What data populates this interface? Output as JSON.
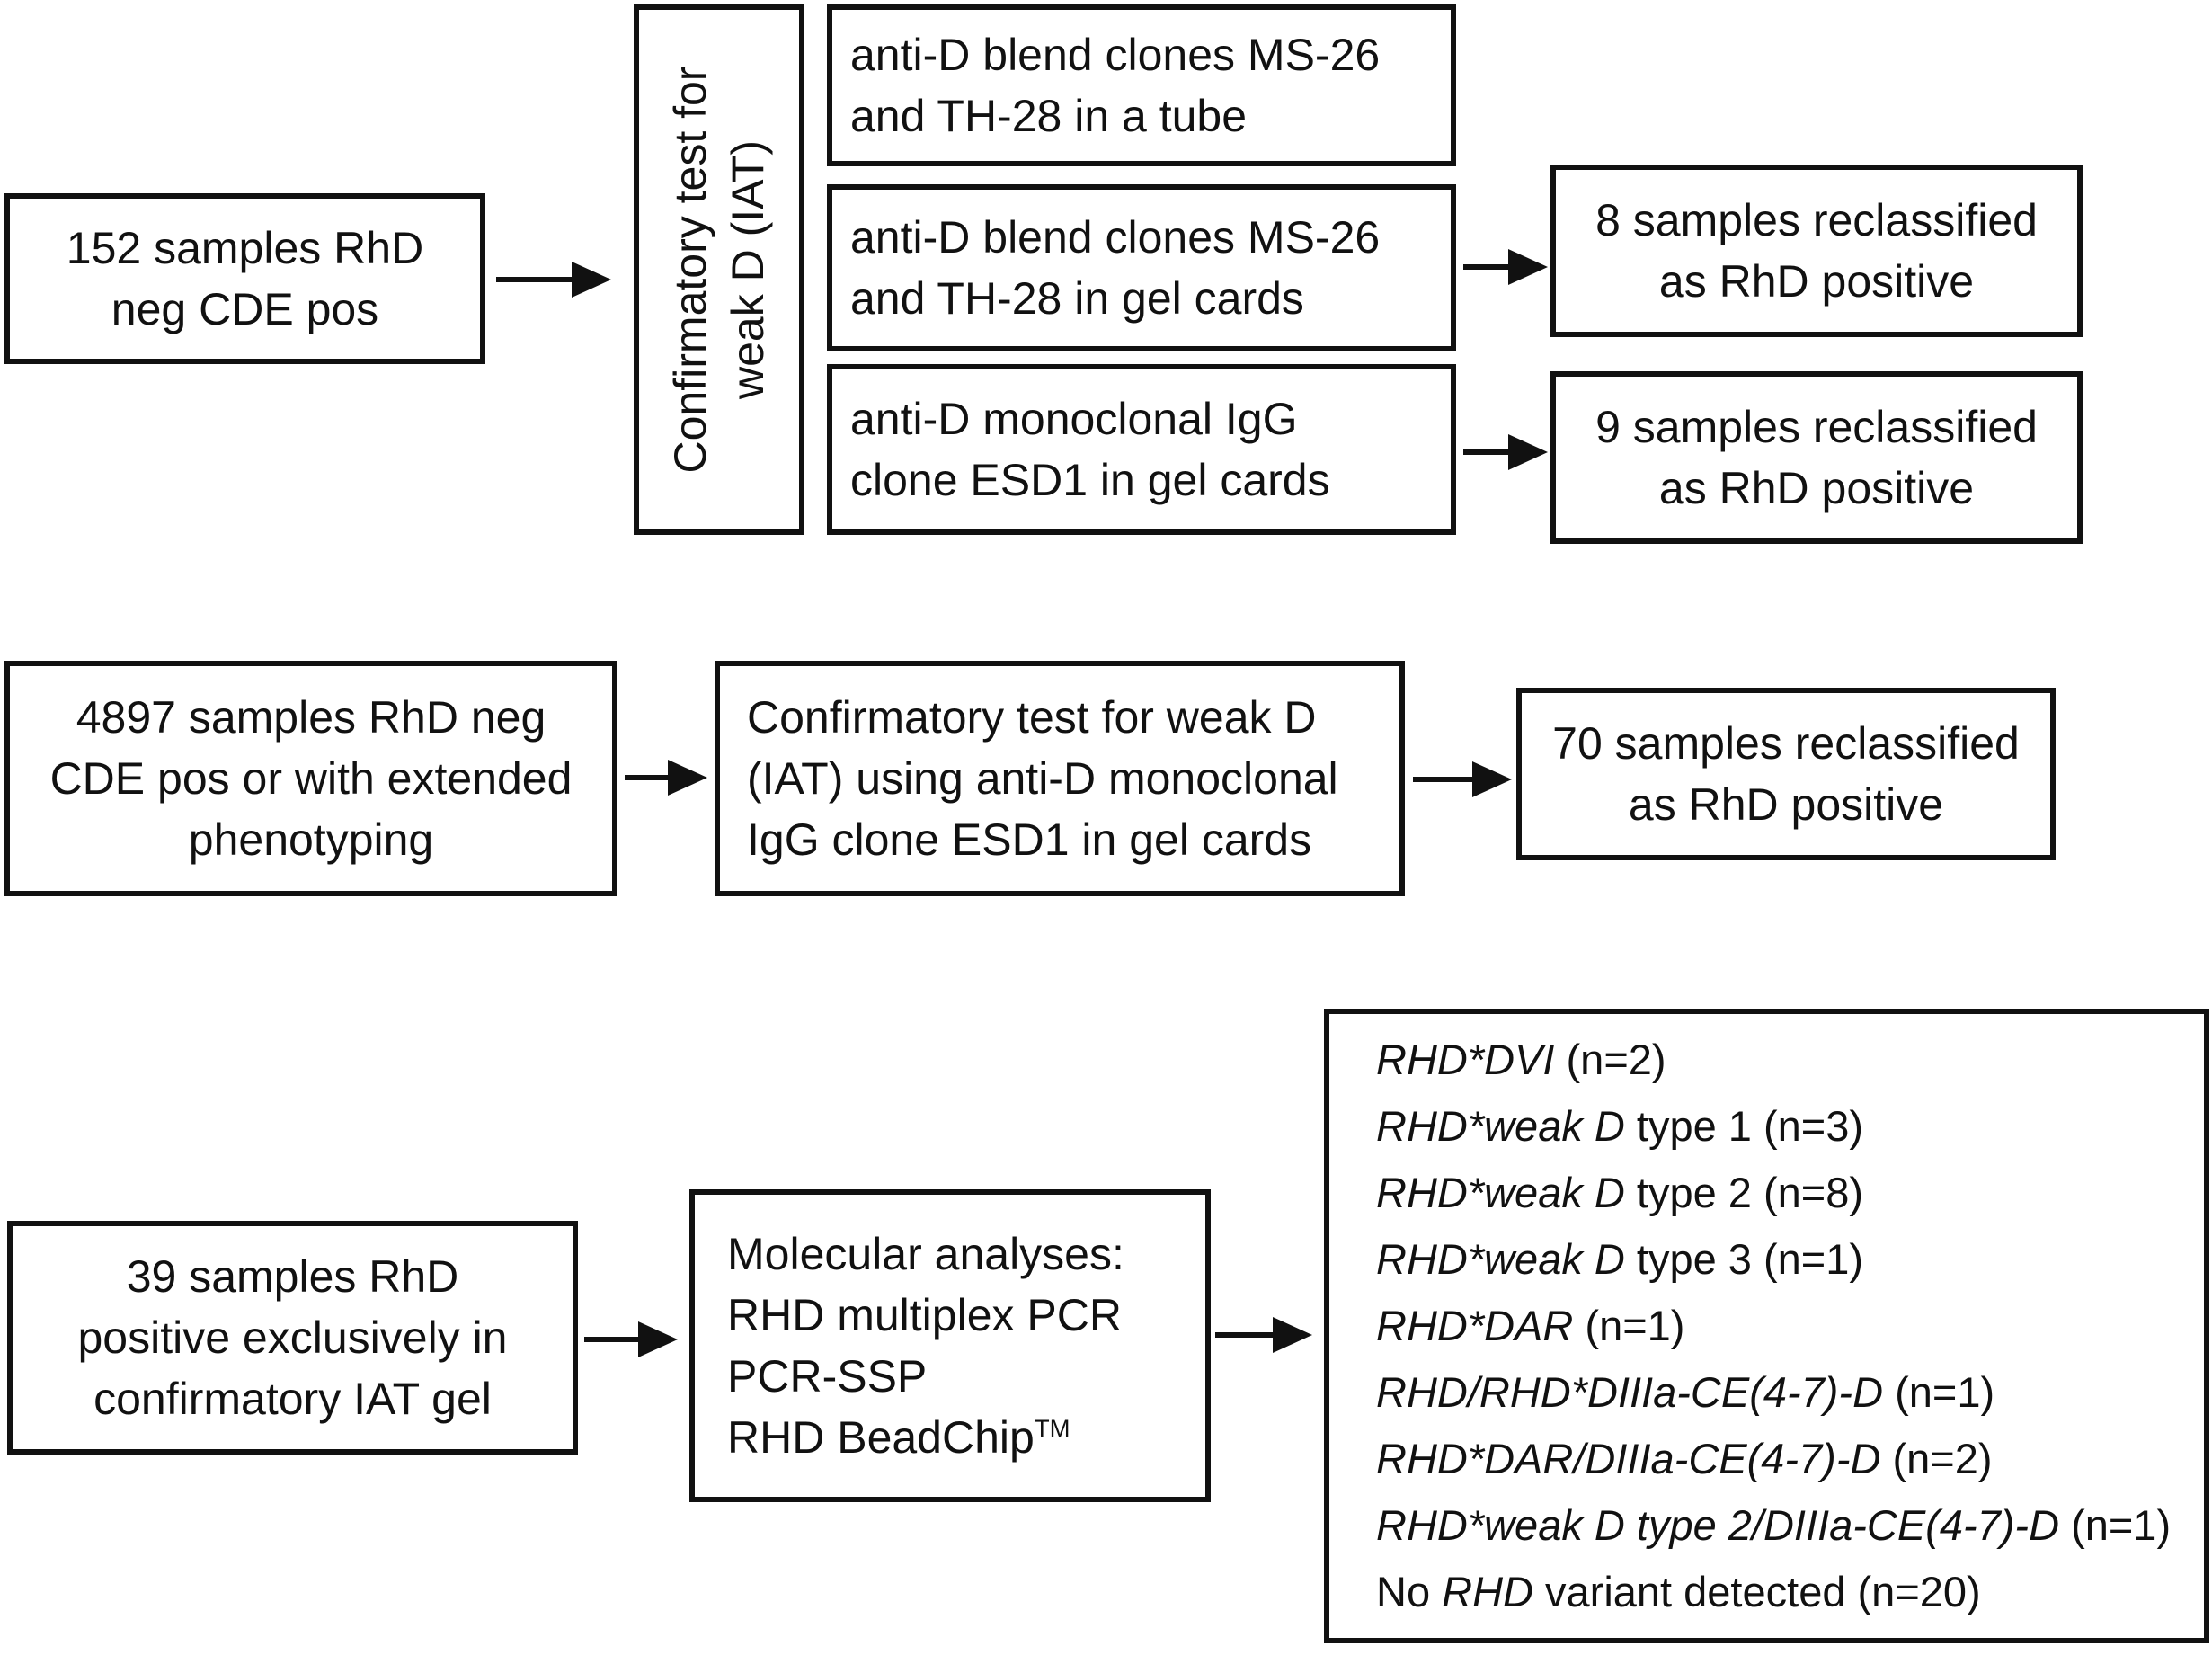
{
  "figure": {
    "colors": {
      "background": "#ffffff",
      "ink": "#111111"
    },
    "top_flow": {
      "samples_152": [
        "152 samples RhD",
        "neg CDE pos"
      ],
      "confirmatory_vertical": [
        "Confirmatory test for",
        "weak D (IAT)"
      ],
      "tube_test": [
        "anti-D blend clones MS-26",
        "and TH-28 in a tube"
      ],
      "gel_test": [
        "anti-D blend clones MS-26",
        "and TH-28 in gel cards"
      ],
      "esd1_test": [
        "anti-D monoclonal IgG",
        "clone ESD1 in gel cards"
      ],
      "reclassified_8": [
        "8 samples reclassified",
        "as RhD positive"
      ],
      "reclassified_9": [
        "9 samples reclassified",
        "as RhD positive"
      ]
    },
    "middle_flow": {
      "samples_4897": [
        "4897 samples RhD neg",
        "CDE pos or with extended",
        "phenotyping"
      ],
      "confirmatory_iat": [
        "Confirmatory test for weak D",
        "(IAT) using anti-D monoclonal",
        "IgG clone ESD1 in gel cards"
      ],
      "reclassified_70": [
        "70 samples reclassified",
        "as RhD positive"
      ]
    },
    "bottom_flow": {
      "samples_39": [
        "39 samples RhD",
        "positive exclusively in",
        "confirmatory IAT gel"
      ],
      "molecular_analyses": [
        [
          {
            "t": "Molecular analyses:"
          }
        ],
        [
          {
            "t": "RHD multiplex PCR"
          }
        ],
        [
          {
            "t": "PCR-SSP"
          }
        ],
        [
          {
            "t": "RHD BeadChip"
          },
          {
            "t": "TM",
            "sup": true
          }
        ]
      ],
      "variant_results": [
        [
          {
            "t": "RHD*DVI",
            "i": true
          },
          {
            "t": " (n=2)"
          }
        ],
        [
          {
            "t": "RHD*weak D",
            "i": true
          },
          {
            "t": " type 1 (n=3)"
          }
        ],
        [
          {
            "t": "RHD*weak D",
            "i": true
          },
          {
            "t": " type 2 (n=8)"
          }
        ],
        [
          {
            "t": "RHD*weak D",
            "i": true
          },
          {
            "t": " type 3 (n=1)"
          }
        ],
        [
          {
            "t": "RHD*DAR",
            "i": true
          },
          {
            "t": " (n=1)"
          }
        ],
        [
          {
            "t": "RHD/RHD*DIIIa-CE(4-7)-D",
            "i": true
          },
          {
            "t": " (n=1)"
          }
        ],
        [
          {
            "t": "RHD*DAR/DIIIa-CE(4-7)-D",
            "i": true
          },
          {
            "t": " (n=2)"
          }
        ],
        [
          {
            "t": "RHD*weak D type 2/DIIIa-CE(4-7)-D",
            "i": true
          },
          {
            "t": " (n=1)"
          }
        ],
        [
          {
            "t": "No "
          },
          {
            "t": "RHD",
            "i": true
          },
          {
            "t": " variant detected (n=20)"
          }
        ]
      ]
    }
  }
}
